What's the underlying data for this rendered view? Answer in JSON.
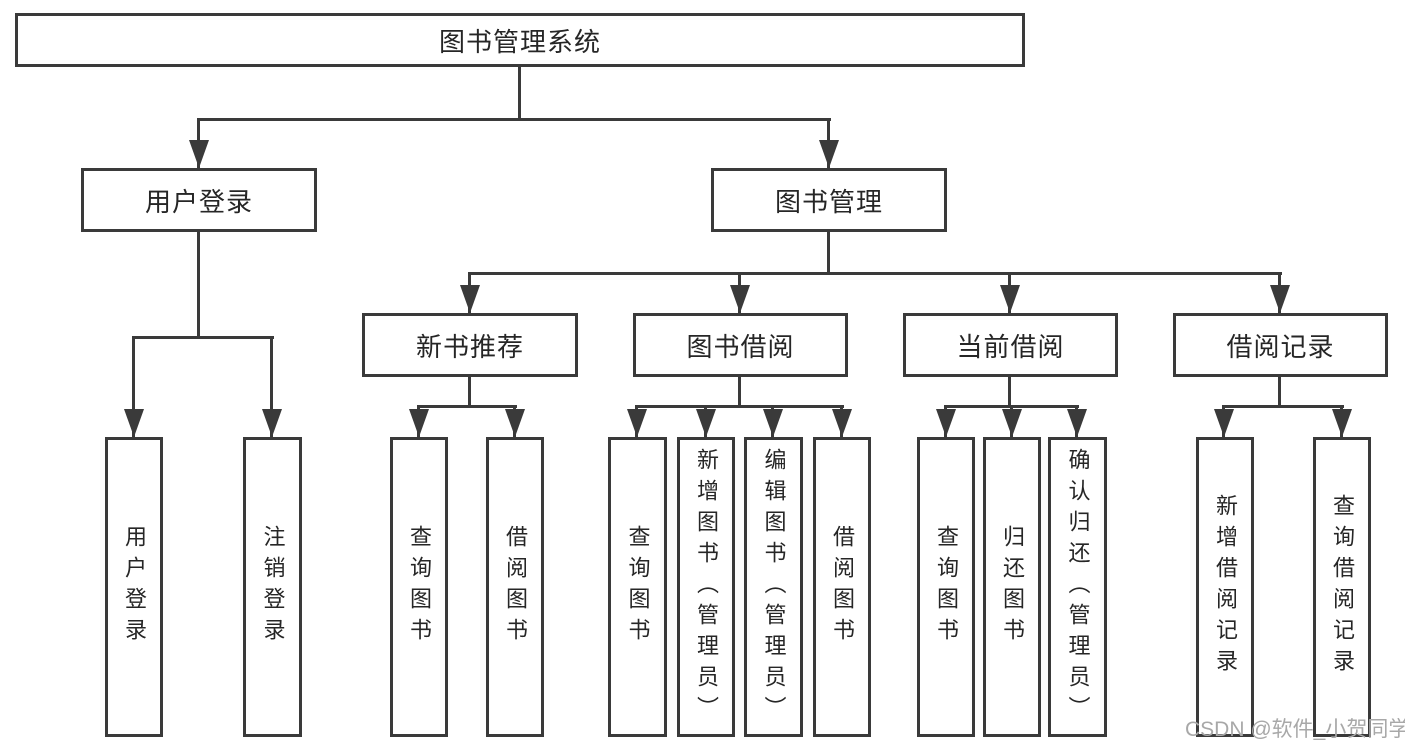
{
  "diagram": {
    "root": {
      "label": "图书管理系统"
    },
    "level2": [
      {
        "label": "用户登录"
      },
      {
        "label": "图书管理"
      }
    ],
    "level3": [
      {
        "label": "新书推荐"
      },
      {
        "label": "图书借阅"
      },
      {
        "label": "当前借阅"
      },
      {
        "label": "借阅记录"
      }
    ],
    "leaves": [
      {
        "label": "用户登录"
      },
      {
        "label": "注销登录"
      },
      {
        "label": "查询图书"
      },
      {
        "label": "借阅图书"
      },
      {
        "label": "查询图书"
      },
      {
        "label": "新增图书（管理员）"
      },
      {
        "label": "编辑图书（管理员）"
      },
      {
        "label": "借阅图书"
      },
      {
        "label": "查询图书"
      },
      {
        "label": "归还图书"
      },
      {
        "label": "确认归还（管理员）"
      },
      {
        "label": "新增借阅记录"
      },
      {
        "label": "查询借阅记录"
      }
    ],
    "watermark": "CSDN @软件_小贺同学",
    "colors": {
      "line": "#3a3a3a",
      "text": "#262626",
      "box_background": "#ffffff",
      "watermark": "#a8a8a8"
    }
  }
}
